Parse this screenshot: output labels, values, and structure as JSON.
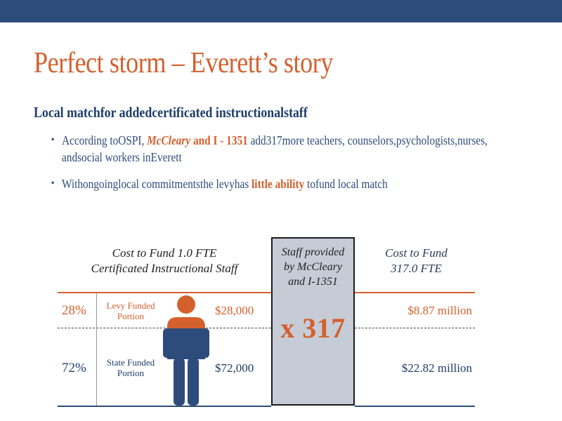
{
  "slide": {
    "title": "Perfect      storm    – Everett’s story",
    "subtitle": "Local        matchfor            addedcertificated                   instructionalstaff",
    "bullets": [
      {
        "text_1": "According          toOSPI,     ",
        "highlight_1": "McCleary",
        "text_2": "           ",
        "highlight_2": "and    I - 1351",
        "text_3": "     add317more          teachers, counselors,psychologists,nurses,                 andsocial         workers     inEverett"
      },
      {
        "text_1": "Withongoinglocal              commitmentsthe             levyhas          ",
        "highlight_1": "little",
        "text_2": "       ",
        "highlight_2": "ability",
        "text_3": "         tofund local     match"
      }
    ]
  },
  "infographic": {
    "cost_one_fte_line1": "Cost to Fund 1.0 FTE",
    "cost_one_fte_line2": "Certificated Instructional Staff",
    "staff_provided_line1": "Staff provided",
    "staff_provided_line2": "by McCleary",
    "staff_provided_line3": "and I-1351",
    "multiplier": "x 317",
    "cost_total_line1": "Cost to Fund",
    "cost_total_line2": "317.0 FTE",
    "rows": [
      {
        "percent": "28%",
        "label_line1": "Levy Funded",
        "label_line2": "Portion",
        "amount": "$28,000",
        "total": "$8.87 million"
      },
      {
        "percent": "72%",
        "label_line1": "State Funded",
        "label_line2": "Portion",
        "amount": "$72,000",
        "total": "$22.82 million"
      }
    ],
    "icon": "person-icon"
  },
  "colors": {
    "accent": "#d4602e",
    "navy": "#2d4c7b",
    "box": "#c5ccd6"
  }
}
